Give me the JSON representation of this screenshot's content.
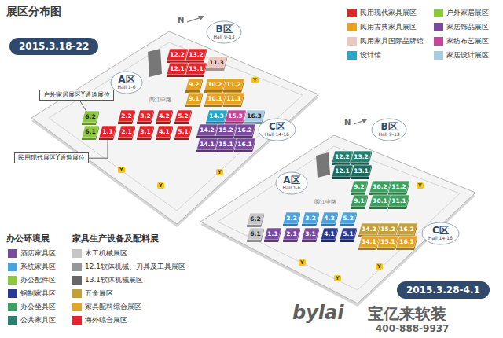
{
  "diagram": {
    "title": "展区分布图",
    "nodes": [
      {
        "text": [
          "A区",
          "Hall 1-6"
        ]
      },
      {
        "text": [
          "B区",
          "Hall 9-13"
        ]
      },
      {
        "text": [
          "C区",
          "Hall 14-16"
        ]
      },
      {
        "text": [
          "2.2"
        ]
      },
      {
        "text": [
          "3.2"
        ]
      },
      {
        "text": [
          "4.2"
        ]
      },
      {
        "text": [
          "5.2"
        ]
      },
      {
        "text": [
          "1.1"
        ]
      },
      {
        "text": [
          "2.1"
        ]
      },
      {
        "text": [
          "3.1"
        ]
      },
      {
        "text": [
          "4.1"
        ]
      },
      {
        "text": [
          "5.1"
        ]
      },
      {
        "text": [
          "6.2"
        ]
      },
      {
        "text": [
          "6.1"
        ]
      },
      {
        "text": [
          "12.2"
        ]
      },
      {
        "text": [
          "13.2"
        ]
      },
      {
        "text": [
          "12.1"
        ]
      },
      {
        "text": [
          "13.1"
        ]
      },
      {
        "text": [
          "11.3"
        ]
      },
      {
        "text": [
          "9.2"
        ]
      },
      {
        "text": [
          "10.2"
        ]
      },
      {
        "text": [
          "11.2"
        ]
      },
      {
        "text": [
          "9.1"
        ]
      },
      {
        "text": [
          "10.1"
        ]
      },
      {
        "text": [
          "11.1"
        ]
      },
      {
        "text": [
          "14.3"
        ]
      },
      {
        "text": [
          "15.3"
        ]
      },
      {
        "text": [
          "16.3"
        ]
      },
      {
        "text": [
          "14.2"
        ]
      },
      {
        "text": [
          "15.2"
        ]
      },
      {
        "text": [
          "16.2"
        ]
      },
      {
        "text": [
          "14.1"
        ]
      },
      {
        "text": [
          "15.1"
        ]
      },
      {
        "text": [
          "16.1"
        ]
      },
      {
        "text": [
          "2015.3.18-22"
        ]
      },
      {
        "text": [
          "户外家居展区Y通道展位"
        ]
      },
      {
        "text": [
          "民用现代展区Y通道展位"
        ]
      },
      {
        "text": [
          "A区",
          "Hall 1-6"
        ]
      },
      {
        "text": [
          "B区",
          "Hall 9-13"
        ]
      },
      {
        "text": [
          "C区",
          "Hall 14-16"
        ]
      },
      {
        "text": [
          "6.2"
        ]
      },
      {
        "text": [
          "6.1"
        ]
      },
      {
        "text": [
          "2.2"
        ]
      },
      {
        "text": [
          "3.2"
        ]
      },
      {
        "text": [
          "4.2"
        ]
      },
      {
        "text": [
          "5.2"
        ]
      },
      {
        "text": [
          "1.1"
        ]
      },
      {
        "text": [
          "2.1"
        ]
      },
      {
        "text": [
          "3.1"
        ]
      },
      {
        "text": [
          "4.1"
        ]
      },
      {
        "text": [
          "5.1"
        ]
      },
      {
        "text": [
          "12.2"
        ]
      },
      {
        "text": [
          "13.2"
        ]
      },
      {
        "text": [
          "12.1"
        ]
      },
      {
        "text": [
          "13.1"
        ]
      },
      {
        "text": [
          "9.2"
        ]
      },
      {
        "text": [
          "10.2"
        ]
      },
      {
        "text": [
          "11.2"
        ]
      },
      {
        "text": [
          "9.1"
        ]
      },
      {
        "text": [
          "10.1"
        ]
      },
      {
        "text": [
          "11.1"
        ]
      },
      {
        "text": [
          "14.2"
        ]
      },
      {
        "text": [
          "15.2"
        ]
      },
      {
        "text": [
          "16.2"
        ]
      },
      {
        "text": [
          "14.1"
        ]
      },
      {
        "text": [
          "15.1"
        ]
      },
      {
        "text": [
          "16.1"
        ]
      },
      {
        "text": [
          "2015.3.28-4.1"
        ]
      }
    ],
    "edges": [
      {
        "from": 35,
        "to": 12,
        "arrow": "none"
      },
      {
        "from": 36,
        "to": 7,
        "arrow": "none"
      }
    ],
    "labels": [
      "办公环境展",
      "家具生产设备及配料展",
      "N",
      "阅江中路",
      "Y",
      "Y",
      "Y",
      "Y",
      "N",
      "阅江中路",
      "Y",
      "Y",
      "Y",
      "Y",
      "bylai",
      "宝亿来软装",
      "400-888-9937"
    ],
    "legend": [
      {
        "text": "民用现代家具展区",
        "color": "#e0262b"
      },
      {
        "text": "民用古典家具展区",
        "color": "#e6a21c"
      },
      {
        "text": "民用家具国际品牌馆",
        "color": "#ecc8c1"
      },
      {
        "text": "设计馆",
        "color": "#27a8c9"
      },
      {
        "text": "户外家居展区",
        "color": "#8dc63f"
      },
      {
        "text": "家居饰品展区",
        "color": "#7a4a9d"
      },
      {
        "text": "家纺布艺展区",
        "color": "#c4479b"
      },
      {
        "text": "家居设计展区",
        "color": "#a7cbe5"
      },
      {
        "text": "酒店家具区",
        "color": "#7a4a9d"
      },
      {
        "text": "系统家具区",
        "color": "#4aa3df"
      },
      {
        "text": "办公配件区",
        "color": "#8dc63f"
      },
      {
        "text": "钢制家具区",
        "color": "#2b3b8f"
      },
      {
        "text": "办公坐具区",
        "color": "#3f9f5f"
      },
      {
        "text": "公共家具区",
        "color": "#2a7e70"
      },
      {
        "text": "木工机械展区",
        "color": "#c6c6c6"
      },
      {
        "text": "12.1软体机械、刀具及工具展区",
        "color": "#979797"
      },
      {
        "text": "13.1软体机械展区",
        "color": "#666666"
      },
      {
        "text": "五金展区",
        "color": "#c4a03a"
      },
      {
        "text": "家具配料综合展区",
        "color": "#e0a52b"
      },
      {
        "text": "海外综合展区",
        "color": "#e0262b"
      }
    ]
  }
}
